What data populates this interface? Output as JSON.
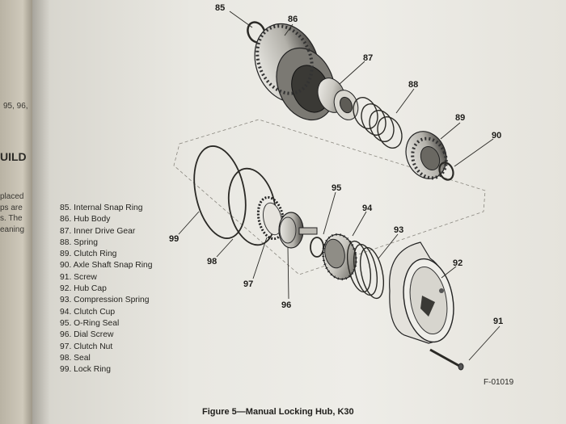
{
  "prev_page": {
    "line1": "95, 96,",
    "heading": "UILD",
    "lines": [
      "placed",
      "ps are",
      "s. The",
      "eaning"
    ]
  },
  "legend": [
    "85. Internal Snap Ring",
    "86. Hub Body",
    "87. Inner Drive Gear",
    "88. Spring",
    "89. Clutch Ring",
    "90. Axle Shaft Snap Ring",
    "91. Screw",
    "92. Hub Cap",
    "93. Compression Spring",
    "94. Clutch Cup",
    "95. O-Ring Seal",
    "96. Dial Screw",
    "97. Clutch Nut",
    "98. Seal",
    "99. Lock Ring"
  ],
  "callouts": {
    "c85": "85",
    "c86": "86",
    "c87": "87",
    "c88": "88",
    "c89": "89",
    "c90": "90",
    "c91": "91",
    "c92": "92",
    "c93": "93",
    "c94": "94",
    "c95": "95",
    "c96": "96",
    "c97": "97",
    "c98": "98",
    "c99": "99"
  },
  "figure_code": "F-01019",
  "caption": "Figure 5—Manual Locking Hub, K30"
}
